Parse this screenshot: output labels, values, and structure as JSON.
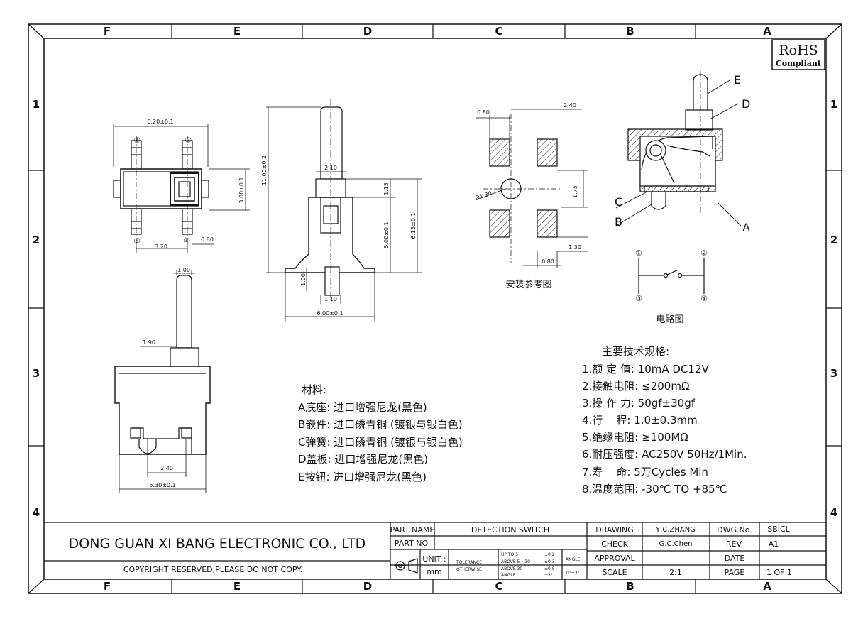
{
  "zone_columns": [
    "F",
    "E",
    "D",
    "C",
    "B",
    "A"
  ],
  "zone_rows": [
    "1",
    "2",
    "3",
    "4"
  ],
  "rohs": {
    "line1": "RoHS",
    "line2": "Compliant"
  },
  "dims_top_view": {
    "width": "6.20±0.1",
    "height": "3.00±0.1",
    "pitch": "3.20",
    "pad": "0.80",
    "pins": [
      "①",
      "②",
      "③",
      "④"
    ]
  },
  "dims_side_view": {
    "total_height": "11.00±0.2",
    "stem_width": "2.10",
    "step": "1.15",
    "body_height": "5.00±0.1",
    "overall": "6.15±0.1",
    "foot": "1.00",
    "base_stem": "1.10",
    "base_width": "6.00±0.1"
  },
  "dims_front_view": {
    "top": "1.00",
    "offset": "1.90",
    "inner": "2.40",
    "width": "5.30±0.1"
  },
  "pad_layout": {
    "pad_w": "0.80",
    "spacing": "2.40",
    "hole": "Ø1.30",
    "vspace": "1.75",
    "pad_h": "1.30",
    "bottom": "0.80",
    "caption": "安装参考图"
  },
  "exploded_labels": {
    "E": "E",
    "D": "D",
    "C": "C",
    "B": "B",
    "A": "A"
  },
  "circuit": {
    "caption": "电路图",
    "pins": [
      "①",
      "②",
      "③",
      "④"
    ]
  },
  "materials": {
    "title": "材料:",
    "items": [
      "A底座: 进口增强尼龙(黑色)",
      "B嵌件: 进口磷青铜 (镀银与银白色)",
      "C弹簧: 进口磷青铜 (镀银与银白色)",
      "D盖板: 进口增强尼龙(黑色)",
      "E按钮: 进口增强尼龙(黑色)"
    ]
  },
  "specs": {
    "title": "主要技术规格:",
    "items": [
      "1.额 定 值: 10mA DC12V",
      "2.接触电阻: ≤200mΩ",
      "3.操 作 力: 50gf±30gf",
      "4.行    程: 1.0±0.3mm",
      "5.绝缘电阻: ≥100MΩ",
      "6.耐压强度: AC250V 50Hz/1Min.",
      "7.寿    命: 5万Cycles Min",
      "8.温度范围: -30℃ TO +85℃"
    ]
  },
  "title_block": {
    "company": "DONG GUAN XI BANG ELECTRONIC CO., LTD",
    "copyright": "COPYRIGHT RESERVED,PLEASE DO NOT COPY.",
    "part_name_label": "PART NAME",
    "part_name": "DETECTION SWITCH",
    "part_no_label": "PART NO.",
    "unit_label": "UNIT :",
    "unit": "mm",
    "tolerance": "TOLERANCE",
    "otherwise": "OTHERWISE",
    "tol_rows": [
      "UP TO 5",
      "ABOVE 5 ~30",
      "ABOVE 30"
    ],
    "tol_vals": [
      "±0.2",
      "±0.3",
      "±0.5"
    ],
    "angle_label": "ANGLE",
    "angle_row": "ANGLE",
    "angle_tol": "±3°",
    "angle_range": "0°±3°",
    "drawing_label": "DRAWING",
    "drawing_by": "Y,C,ZHANG",
    "dwg_no_label": "DWG.No.",
    "dwg_no": "SBICL",
    "check_label": "CHECK",
    "check_by": "G.C.Chen",
    "rev_label": "REV.",
    "rev": "A1",
    "approval_label": "APPROVAL",
    "date_label": "DATE",
    "scale_label": "SCALE",
    "scale": "2:1",
    "page_label": "PAGE",
    "page": "1 OF 1"
  }
}
